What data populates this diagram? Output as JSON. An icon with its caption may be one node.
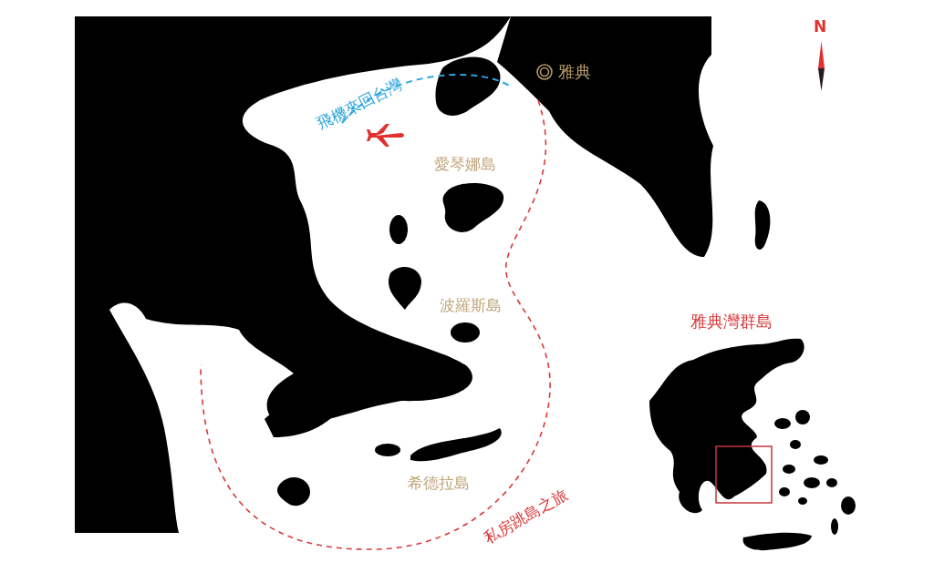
{
  "diagram": {
    "labels": [
      "雅典",
      "飛機來回台灣",
      "愛琴娜島",
      "波羅斯島",
      "希德拉島",
      "私房跳島之旅",
      "雅典灣群島",
      "N"
    ]
  }
}
